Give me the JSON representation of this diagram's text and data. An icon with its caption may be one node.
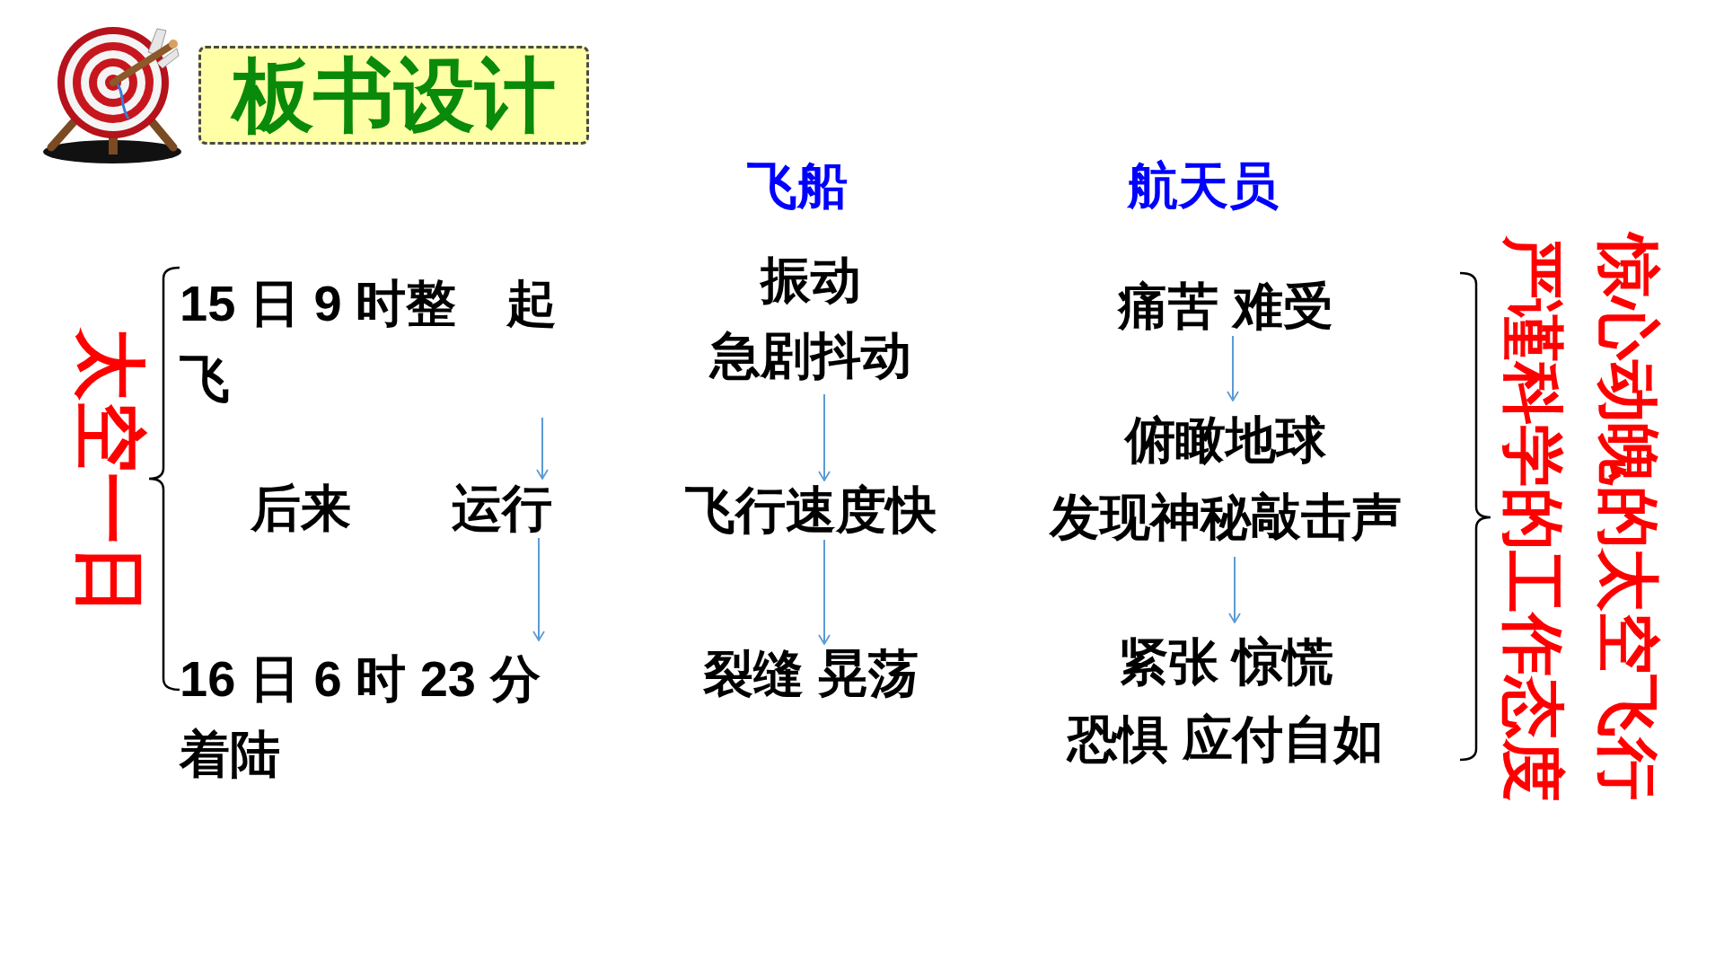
{
  "diagram": {
    "title": "板书设计",
    "nodes": [
      {
        "text": [
          "15 日 9 时整　起飞"
        ]
      },
      {
        "text": [
          "后来　　运行"
        ]
      },
      {
        "text": [
          "16 日 6 时 23 分着陆"
        ]
      },
      {
        "text": [
          "振动",
          "急剧抖动"
        ]
      },
      {
        "text": [
          "飞行速度快"
        ]
      },
      {
        "text": [
          "裂缝 晃荡"
        ]
      },
      {
        "text": [
          "痛苦 难受"
        ]
      },
      {
        "text": [
          "俯瞰地球",
          "发现神秘敲击声"
        ]
      },
      {
        "text": [
          "紧张 惊慌",
          "恐惧 应付自如"
        ]
      }
    ],
    "edges": [
      {
        "from": 0,
        "to": 1,
        "arrow": "to"
      },
      {
        "from": 1,
        "to": 2,
        "arrow": "to"
      },
      {
        "from": 3,
        "to": 4,
        "arrow": "to"
      },
      {
        "from": 4,
        "to": 5,
        "arrow": "to"
      },
      {
        "from": 6,
        "to": 7,
        "arrow": "to"
      },
      {
        "from": 7,
        "to": 8,
        "arrow": "to"
      }
    ],
    "labels": [
      "太空一日",
      "飞船",
      "航天员",
      "惊心动魄的太空飞行",
      "严谨科学的工作态度"
    ]
  }
}
